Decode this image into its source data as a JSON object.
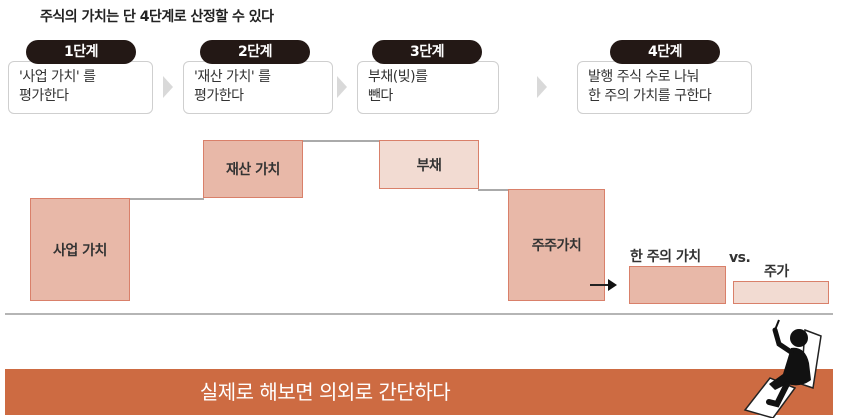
{
  "title": "주식의 가치는 단 4단계로 산정할 수 있다",
  "steps": [
    {
      "badge": "1단계",
      "line1": "'사업 가치' 를",
      "line2": "평가한다"
    },
    {
      "badge": "2단계",
      "line1": "'재산 가치' 를",
      "line2": "평가한다"
    },
    {
      "badge": "3단계",
      "line1": "부채(빚)를",
      "line2": "뺀다"
    },
    {
      "badge": "4단계",
      "line1": "발행 주식 수로 나눠",
      "line2": "한 주의 가치를 구한다"
    }
  ],
  "blocks": {
    "business_value": "사업 가치",
    "asset_value": "재산 가치",
    "debt": "부채",
    "shareholder_value": "주주가치",
    "per_share_value": "한 주의 가치",
    "vs": "vs.",
    "stock_price": "주가"
  },
  "banner": {
    "text": "실제로 해보면 의외로 간단하다"
  },
  "colors": {
    "block_dark": "#e8b8a8",
    "block_light": "#f2dbd2",
    "block_border": "#d9806a",
    "banner": "#cd6b42",
    "pill": "#231815"
  }
}
